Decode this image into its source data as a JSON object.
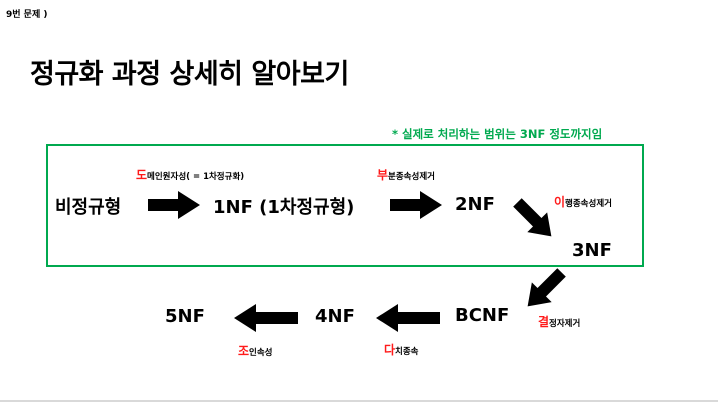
{
  "header": {
    "label": "9번 문제 )"
  },
  "title": "정규화 과정  상세히 알아보기",
  "scope": {
    "note": "* 실제로 처리하는 범위는 3NF 정도까지임"
  },
  "nodes": {
    "unnormalized": "비정규형",
    "nf1": "1NF (1차정규형)",
    "nf2": "2NF",
    "nf3": "3NF",
    "bcnf": "BCNF",
    "nf4": "4NF",
    "nf5": "5NF"
  },
  "annotations": {
    "to_1nf": {
      "initial": "도",
      "text": "메인원자성( = 1차정규화)"
    },
    "to_2nf": {
      "initial": "부",
      "text": "분종속성제거"
    },
    "to_3nf": {
      "initial": "이",
      "text": "행종속성제거"
    },
    "to_bcnf": {
      "initial": "결",
      "text": "정자제거"
    },
    "to_4nf": {
      "initial": "다",
      "text": "치종속"
    },
    "to_5nf": {
      "initial": "조",
      "text": "인속성"
    }
  },
  "colors": {
    "scope_green": "#00a94f",
    "highlight_red": "#ff1a1a",
    "arrow_black": "#000000"
  }
}
